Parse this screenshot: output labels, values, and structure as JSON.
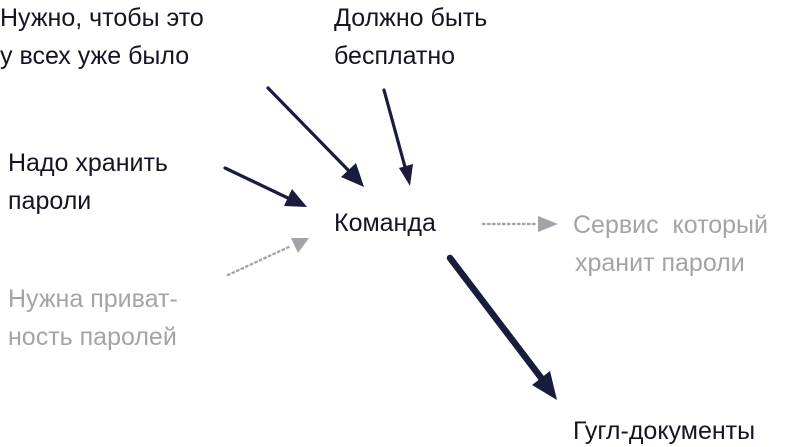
{
  "colors": {
    "text_dark": "#141424",
    "text_muted": "#a3a3aa",
    "arrow_dark": "#1a1c3e",
    "arrow_muted": "#a3a3aa"
  },
  "nodes": {
    "need_everyone": {
      "lines": [
        "Нужно, чтобы это",
        "у всех уже было"
      ],
      "style": "dark"
    },
    "must_be_free": {
      "lines": [
        "Должно быть",
        "бесплатно"
      ],
      "style": "dark"
    },
    "store_passwords": {
      "lines": [
        "Надо хранить",
        "пароли"
      ],
      "style": "dark"
    },
    "team": {
      "lines": [
        "Команда"
      ],
      "style": "dark"
    },
    "password_service": {
      "lines": [
        "Сервис  который",
        "хранит пароли"
      ],
      "style": "muted"
    },
    "privacy": {
      "lines": [
        "Нужна приват-",
        "ность паролей"
      ],
      "style": "muted"
    },
    "google_docs": {
      "lines": [
        "Гугл-документы"
      ],
      "style": "dark"
    }
  },
  "edges": [
    {
      "from": "need_everyone",
      "to": "team",
      "style": "solid"
    },
    {
      "from": "must_be_free",
      "to": "team",
      "style": "solid"
    },
    {
      "from": "store_passwords",
      "to": "team",
      "style": "solid"
    },
    {
      "from": "privacy",
      "to": "team",
      "style": "dotted"
    },
    {
      "from": "team",
      "to": "password_service",
      "style": "dotted"
    },
    {
      "from": "team",
      "to": "google_docs",
      "style": "solid-bold"
    }
  ]
}
